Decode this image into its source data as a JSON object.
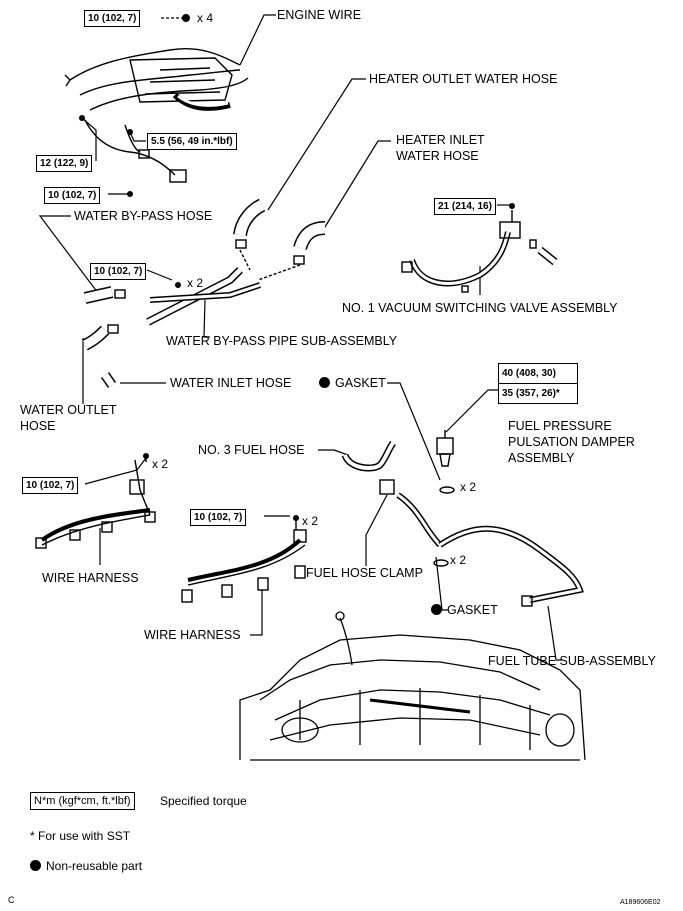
{
  "labels": {
    "engine_wire": "ENGINE WIRE",
    "heater_outlet": "HEATER OUTLET WATER HOSE",
    "heater_inlet_1": "HEATER INLET",
    "heater_inlet_2": "WATER HOSE",
    "water_bypass_hose": "WATER BY-PASS HOSE",
    "vacuum_valve": "NO. 1 VACUUM SWITCHING VALVE ASSEMBLY",
    "bypass_pipe": "WATER BY-PASS PIPE SUB-ASSEMBLY",
    "water_inlet_hose": "WATER INLET HOSE",
    "water_outlet_1": "WATER OUTLET",
    "water_outlet_2": "HOSE",
    "gasket_upper": "GASKET",
    "fuel_damper_1": "FUEL PRESSURE",
    "fuel_damper_2": "PULSATION DAMPER",
    "fuel_damper_3": "ASSEMBLY",
    "no3_fuel_hose": "NO. 3 FUEL HOSE",
    "wire_harness_left": "WIRE HARNESS",
    "fuel_hose_clamp": "FUEL HOSE CLAMP",
    "gasket_lower": "GASKET",
    "wire_harness_center": "WIRE HARNESS",
    "fuel_tube": "FUEL TUBE SUB-ASSEMBLY"
  },
  "torques": {
    "t_engine_wire": "10 (102, 7)",
    "t_small_bolt": "5.5 (56, 49 in.*lbf)",
    "t_12": "12 (122, 9)",
    "t_10_lower": "10 (102, 7)",
    "t_vsv": "21 (214, 16)",
    "t_bypass": "10 (102, 7)",
    "t_damper_1": "40 (408, 30)",
    "t_damper_2": "35 (357, 26)*",
    "t_harness_left": "10 (102, 7)",
    "t_harness_center": "10 (102, 7)"
  },
  "multipliers": {
    "m_engine_wire": "x 4",
    "m_bypass": "x 2",
    "m_harness_left": "x 2",
    "m_harness_center": "x 2",
    "m_gasket_upper": "x 2",
    "m_gasket_lower": "x 2"
  },
  "legend": {
    "torque_box": "N*m (kgf*cm, ft.*lbf)",
    "torque_text": "Specified torque",
    "sst_note": "* For use with SST",
    "nonreusable": "Non-reusable part"
  },
  "corner": {
    "left": "C",
    "right": "A189606E02"
  }
}
